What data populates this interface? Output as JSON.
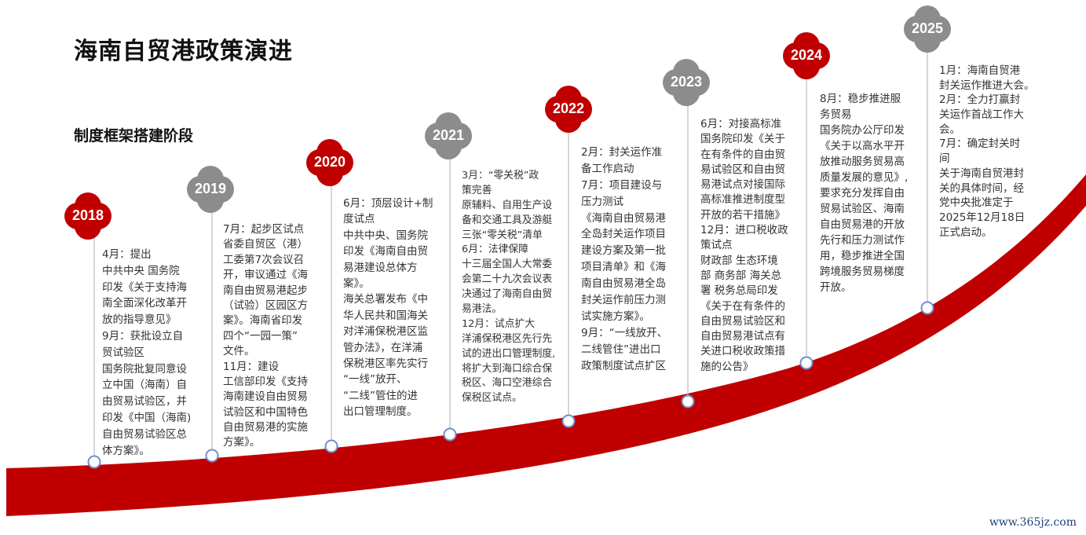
{
  "title": "海南自贸港政策演进",
  "subtitle": "制度框架搭建阶段",
  "watermark": "www.365jz.com",
  "colors": {
    "red": "#c00000",
    "gray": "#8c8c8c",
    "node": "#6f8fd0"
  },
  "timeline": [
    {
      "year": "2018",
      "color": "red",
      "lines": [
        "4月：提出",
        "中共中央 国务院",
        "印发《关于支持海",
        "南全面深化改革开",
        "放的指导意见》",
        "9月：获批设立自",
        "贸试验区",
        "国务院批复同意设",
        "立中国（海南）自",
        "由贸易试验区，并",
        "印发《中国（海南)",
        "自由贸易试验区总",
        "体方案》。"
      ]
    },
    {
      "year": "2019",
      "color": "gray",
      "lines": [
        "7月：起步区试点",
        "省委自贸区（港）",
        "工委第7次会议召",
        "开，审议通过《海",
        "南自由贸易港起步",
        "（试验）区园区方",
        "案》。海南省印发",
        "四个“一园一策”",
        "文件。",
        "11月：建设",
        "工信部印发《支持",
        "海南建设自由贸易",
        "试验区和中国特色",
        "自由贸易港的实施",
        "方案》。"
      ]
    },
    {
      "year": "2020",
      "color": "red",
      "lines": [
        "6月：顶层设计+制",
        "度试点",
        "中共中央、国务院",
        "印发《海南自由贸",
        "易港建设总体方",
        "案》。",
        "海关总署发布《中",
        "华人民共和国海关",
        "对洋浦保税港区监",
        "管办法》，在洋浦",
        "保税港区率先实行",
        "“一线”放开、",
        "“二线”管住的进",
        "出口管理制度。"
      ]
    },
    {
      "year": "2021",
      "color": "gray",
      "lines": [
        "3月：“零关税”政",
        "策完善",
        "原辅料、自用生产设",
        "备和交通工具及游艇",
        "三张“零关税”清单",
        "6月：法律保障",
        "十三届全国人大常委",
        "会第二十九次会议表",
        "决通过了海南自由贸",
        "易港法。",
        "12月：试点扩大",
        "洋浦保税港区先行先",
        "试的进出口管理制度,",
        "将扩大到海口综合保",
        "税区、海口空港综合",
        "保税区试点。"
      ]
    },
    {
      "year": "2022",
      "color": "red",
      "lines": [
        "2月：封关运作准",
        "备工作启动",
        "7月：项目建设与",
        "压力测试",
        "《海南自由贸易港",
        "全岛封关运作项目",
        "建设方案及第一批",
        "项目清单》和《海",
        "南自由贸易港全岛",
        "封关运作前压力测",
        "试实施方案》。",
        "9月：“一线放开、",
        "二线管住”进出口",
        "政策制度试点扩区"
      ]
    },
    {
      "year": "2023",
      "color": "gray",
      "lines": [
        "6月：对接高标准",
        "国务院印发《关于",
        "在有条件的自由贸",
        "易试验区和自由贸",
        "易港试点对接国际",
        "高标准推进制度型",
        "开放的若干措施》",
        "12月：进口税收政",
        "策试点",
        "财政部 生态环境",
        "部 商务部 海关总",
        "署 税务总局印发",
        "《关于在有条件的",
        "自由贸易试验区和",
        "自由贸易港试点有",
        "关进口税收政策措",
        "施的公告》"
      ]
    },
    {
      "year": "2024",
      "color": "red",
      "lines": [
        "8月：稳步推进服",
        "务贸易",
        "国务院办公厅印发",
        "《关于以高水平开",
        "放推动服务贸易高",
        "质量发展的意见》,",
        "要求充分发挥自由",
        "贸易试验区、海南",
        "自由贸易港的开放",
        "先行和压力测试作",
        "用，稳步推进全国",
        "跨境服务贸易梯度",
        "开放。"
      ]
    },
    {
      "year": "2025",
      "color": "gray",
      "lines": [
        "1月：海南自贸港",
        "封关运作推进大会。",
        "2月：全力打赢封",
        "关运作首战工作大",
        "会。",
        "7月：确定封关时",
        "间",
        "关于海南自贸港封",
        "关的具体时间，经",
        "党中央批准定于",
        "2025年12月18日",
        "正式启动。"
      ]
    }
  ]
}
